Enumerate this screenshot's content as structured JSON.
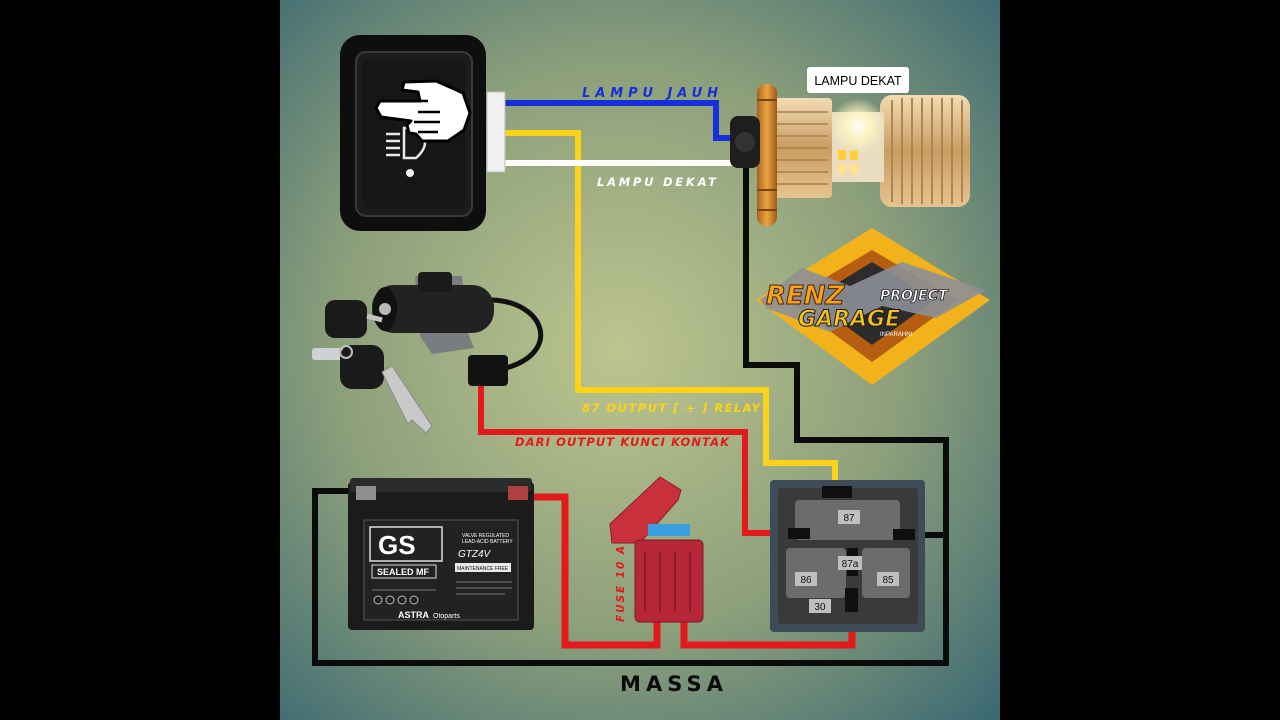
{
  "colors": {
    "page_background": "#000000",
    "panel_center": "#bcc58f",
    "panel_edge": "#3d6a73",
    "wire_high_beam": "#1530d8",
    "wire_low_beam": "#ffffff",
    "wire_relay_output": "#ffd21a",
    "wire_ignition": "#e3191c",
    "wire_ground": "#0b0b0b"
  },
  "icons": {
    "switch_pointer": "hand-pointer-icon",
    "switch_symbol": "headlamp-icon"
  },
  "labels": {
    "high_beam": "LAMPU JAUH",
    "low_beam": "LAMPU DEKAT",
    "relay_output": "87 OUTPUT [ + ] RELAY",
    "ignition_output": "DARI OUTPUT KUNCI KONTAK",
    "fuse": "FUSE 10 A",
    "ground": "MASSA"
  },
  "bulb": {
    "tag": "LAMPU DEKAT"
  },
  "logo": {
    "word1": "RENZ",
    "word2": "PROJECT",
    "word3": "GARAGE",
    "tagline": "INPARAHNI"
  },
  "battery": {
    "brand": "GS",
    "model": "GTZ4V",
    "spec_line1": "VALVE REGULATED",
    "spec_line2": "LEAD-ACID BATTERY",
    "type": "SEALED MF",
    "subtitle": "MAINTENANCE FREE",
    "maker": "ASTRA",
    "maker_sub": "Otoparts"
  },
  "relay": {
    "pin_87": "87",
    "pin_87a": "87a",
    "pin_86": "86",
    "pin_85": "85",
    "pin_30": "30"
  }
}
